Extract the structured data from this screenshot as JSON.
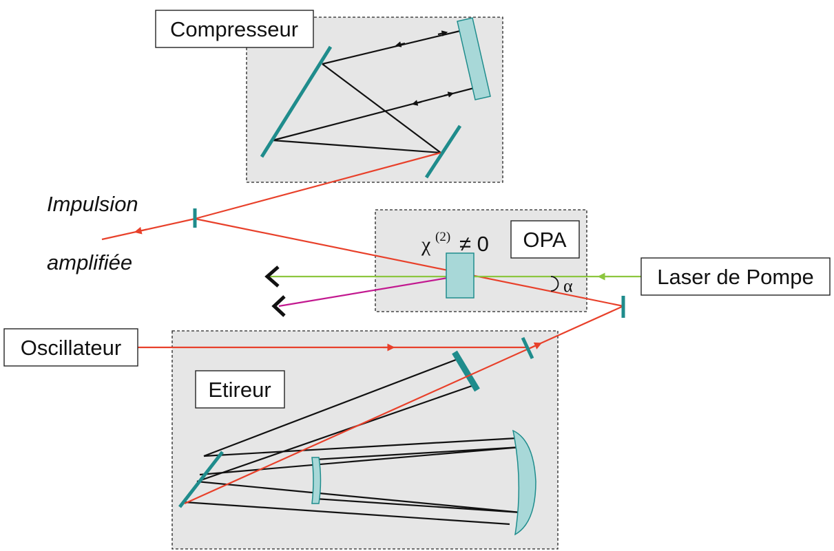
{
  "labels": {
    "compresseur": "Compresseur",
    "opa": "OPA",
    "etireur": "Etireur",
    "oscillateur": "Oscillateur",
    "laser_pompe": "Laser de Pompe",
    "impulsion_line1": "Impulsion",
    "impulsion_line2": "amplifiée",
    "chi_symbol": "χ",
    "chi_order": "(2)",
    "chi_condition": "≠ 0",
    "alpha": "α"
  },
  "colors": {
    "signal_beam": "#e8402a",
    "pump_beam": "#8cc63f",
    "idler_beam": "#c2188f",
    "optics_teal": "#1f8c8c",
    "optics_fill": "#a8d8d8",
    "zone_fill": "#e6e6e6"
  }
}
